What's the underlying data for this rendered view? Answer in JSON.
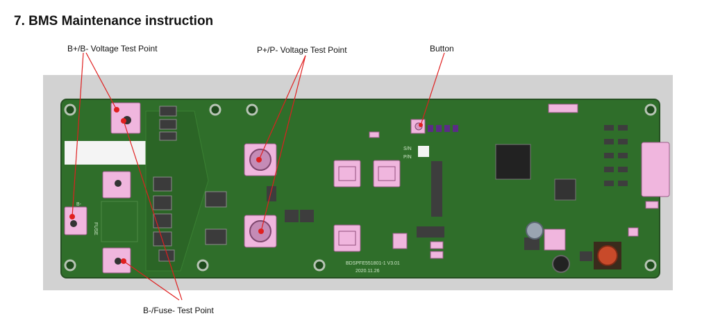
{
  "heading": "7. BMS Maintenance instruction",
  "callouts": {
    "b_voltage": "B+/B- Voltage Test Point",
    "p_voltage": "P+/P- Voltage Test Point",
    "button": "Button",
    "b_fuse": "B-/Fuse- Test Point"
  },
  "board": {
    "silkscreen": [
      "BDSPFE551801-1 V3.01",
      "2020.11.26",
      "FUSE",
      "S/N",
      "P/N",
      "B-"
    ]
  },
  "colors": {
    "pcb": "#2f6e2a",
    "connector": "#f0b6de",
    "pointer": "#e01f1f",
    "frame": "#d2d2d2"
  }
}
